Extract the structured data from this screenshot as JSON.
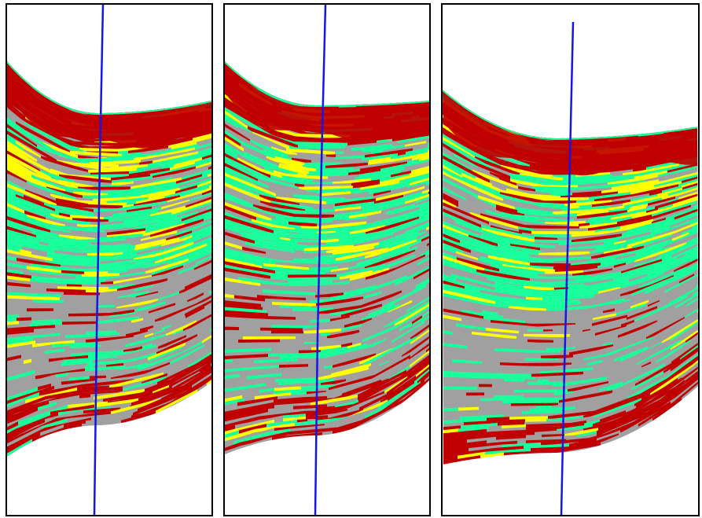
{
  "facies_colors": {
    "red": "#c00000",
    "green": "#19ff9b",
    "yellow": "#ffff00",
    "gray": "#a0a0a0",
    "well": "#1515e6",
    "background": "#ffffff",
    "border": "#000000"
  },
  "panels": [
    {
      "id": 1,
      "well_trajectory": "near-vertical"
    },
    {
      "id": 2,
      "well_trajectory": "near-vertical"
    },
    {
      "id": 3,
      "well_trajectory": "near-vertical"
    }
  ]
}
